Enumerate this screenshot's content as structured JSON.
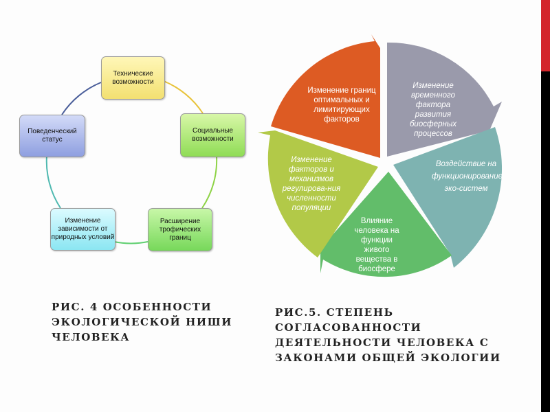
{
  "left_diagram": {
    "nodes": [
      {
        "label": "Технические возможности"
      },
      {
        "label": "Социальные возможности"
      },
      {
        "label": "Расширение трофических границ"
      },
      {
        "label": "Изменение зависимости от природных условий"
      },
      {
        "label": "Поведенческий статус"
      }
    ],
    "caption": "РИС. 4 ОСОБЕННОСТИ ЭКОЛОГИЧЕСКОЙ НИШИ ЧЕЛОВЕКА"
  },
  "right_diagram": {
    "segments": [
      {
        "label": "Изменение временного фактора развития биосферных процессов",
        "color": "#9a9aab"
      },
      {
        "label": "Воздействие на функционирование эко-систем",
        "color": "#7eb3b1"
      },
      {
        "label": "Влияние человека на функции живого вещества в биосфере",
        "color": "#62bd6a"
      },
      {
        "label": "Изменение факторов и механизмов регулирова-ния численности популяции",
        "color": "#b2c948"
      },
      {
        "label": "Изменение границ оптимальных и лимитирующих факторов",
        "color": "#dd5b23"
      }
    ],
    "caption": "РИС.5. СТЕПЕНЬ СОГЛАСОВАННОСТИ ДЕЯТЕЛЬНОСТИ ЧЕЛОВЕКА С ЗАКОНАМИ ОБЩЕЙ ЭКОЛОГИИ"
  },
  "colors": {
    "accent_red": "#d3262c",
    "accent_black": "#000000"
  }
}
